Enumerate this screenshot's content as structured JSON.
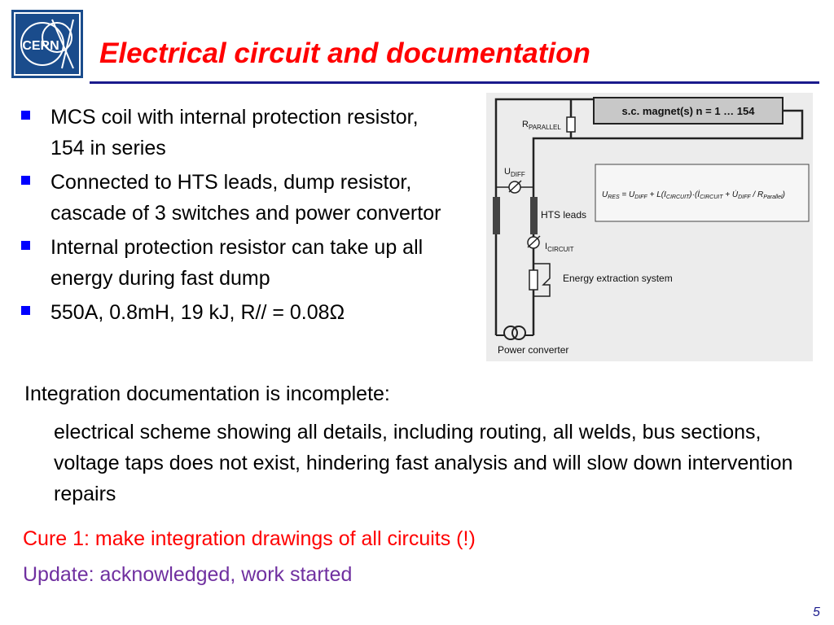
{
  "logo": {
    "text": "CERN"
  },
  "title": "Electrical circuit and documentation",
  "bullets": [
    "MCS coil with internal protection resistor, 154 in series",
    "Connected to HTS leads, dump resistor, cascade of 3 switches and power convertor",
    "Internal protection resistor can take up all energy during fast dump",
    "550A, 0.8mH, 19 kJ, R// = 0.08Ω"
  ],
  "circuit": {
    "magnet_label": "s.c. magnet(s) n = 1 … 154",
    "r_main": "R",
    "r_sub": "PARALLEL",
    "u_main": "U",
    "u_sub": "DIFF",
    "hts_label": "HTS leads",
    "i_main": "I",
    "i_sub": "CIRCUIT",
    "energy_label": "Energy extraction system",
    "power_label": "Power converter"
  },
  "section": {
    "heading": "Integration documentation is incomplete:",
    "body": "electrical scheme showing all details, including routing, all welds, bus sections, voltage taps does not exist, hindering fast analysis and will slow down intervention repairs"
  },
  "cure": "Cure 1: make integration drawings of all circuits (!)",
  "update": "Update: acknowledged, work started",
  "page_number": "5",
  "colors": {
    "title": "#ff0000",
    "rule": "#1a1a8c",
    "bullet": "#0000ff",
    "cure": "#ff0000",
    "update": "#7030a0"
  }
}
